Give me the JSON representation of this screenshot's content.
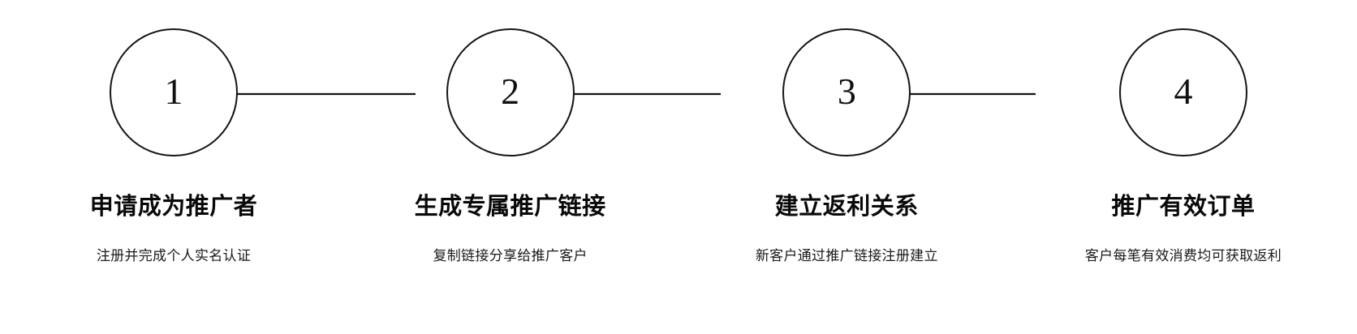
{
  "diagram": {
    "type": "horizontal-step-flow",
    "background_color": "#ffffff",
    "line_color": "#141414",
    "text_color": "#090909",
    "step_count": 4,
    "steps": [
      {
        "number": "1",
        "title": "申请成为推广者",
        "description": "注册并完成个人实名认证"
      },
      {
        "number": "2",
        "title": "生成专属推广链接",
        "description": "复制链接分享给推广客户"
      },
      {
        "number": "3",
        "title": "建立返利关系",
        "description": "新客户通过推广链接注册建立"
      },
      {
        "number": "4",
        "title": "推广有效订单",
        "description": "客户每笔有效消费均可获取返利"
      }
    ],
    "connectors": [
      {
        "from": "1",
        "to": "2"
      },
      {
        "from": "2",
        "to": "3"
      },
      {
        "from": "3",
        "to": "4"
      }
    ]
  }
}
